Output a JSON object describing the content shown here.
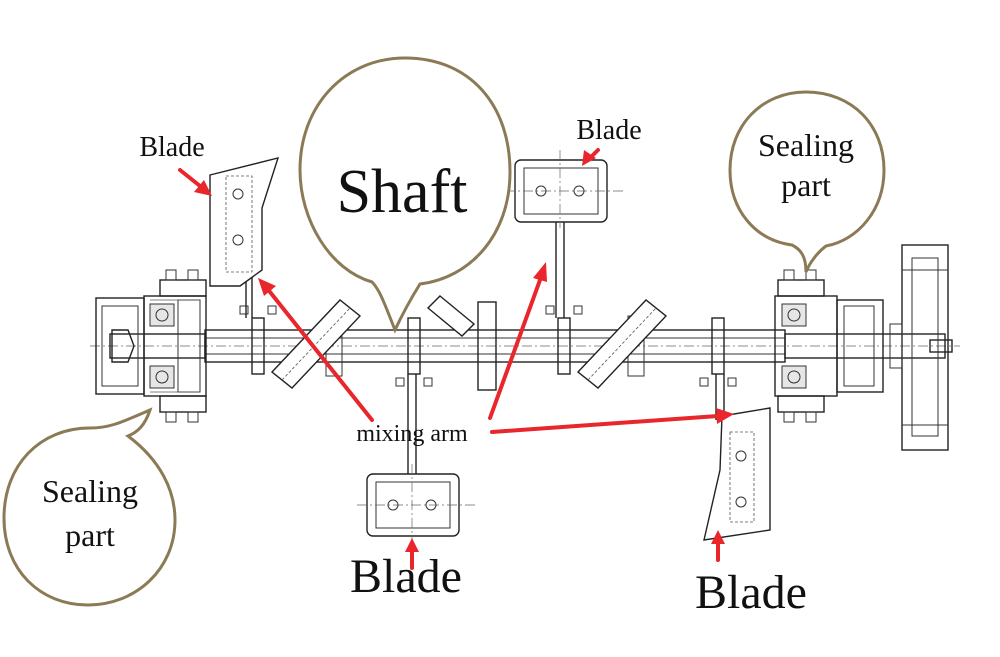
{
  "labels": {
    "blade_top_left": "Blade",
    "blade_top_center": "Blade",
    "blade_bottom_center": "Blade",
    "blade_bottom_right": "Blade",
    "shaft": "Shaft",
    "sealing_right_line1": "Sealing",
    "sealing_right_line2": "part",
    "sealing_left_line1": "Sealing",
    "sealing_left_line2": "part",
    "mixing_arm": "mixing arm"
  },
  "colors": {
    "arrow": "#e8262b",
    "bubble_outline": "#8b7a55",
    "line_art": "#222222"
  }
}
